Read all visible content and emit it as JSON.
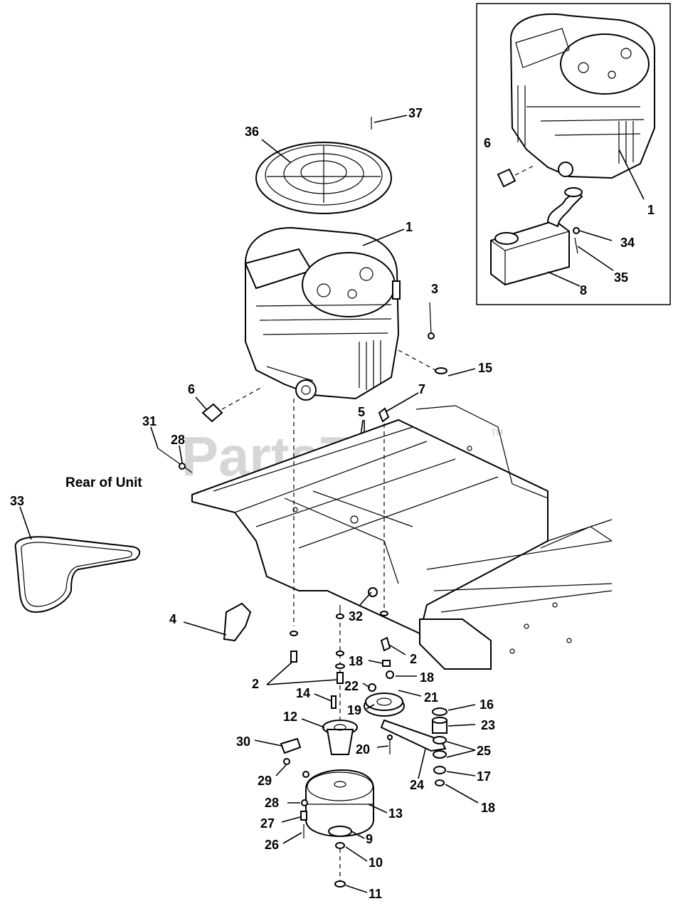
{
  "watermark": "PartsTree",
  "watermark_tm": "TM",
  "rear_of_unit_label": "Rear of Unit",
  "callouts": {
    "c37": "37",
    "c36": "36",
    "c1": "1",
    "c3": "3",
    "c15": "15",
    "c6": "6",
    "c7": "7",
    "c5": "5",
    "c31": "31",
    "c28": "28",
    "c33": "33",
    "c4": "4",
    "c32": "32",
    "c2a": "2",
    "c2b": "2",
    "c18a": "18",
    "c18b": "18",
    "c22": "22",
    "c21": "21",
    "c14": "14",
    "c19": "19",
    "c16": "16",
    "c23": "23",
    "c12": "12",
    "c30": "30",
    "c20": "20",
    "c25": "25",
    "c29": "29",
    "c24": "24",
    "c17": "17",
    "c18c": "18",
    "c28b": "28",
    "c13": "13",
    "c27": "27",
    "c9": "9",
    "c26": "26",
    "c10": "10",
    "c11": "11"
  },
  "inset_callouts": {
    "c6": "6",
    "c1": "1",
    "c34": "34",
    "c35": "35",
    "c8": "8"
  }
}
